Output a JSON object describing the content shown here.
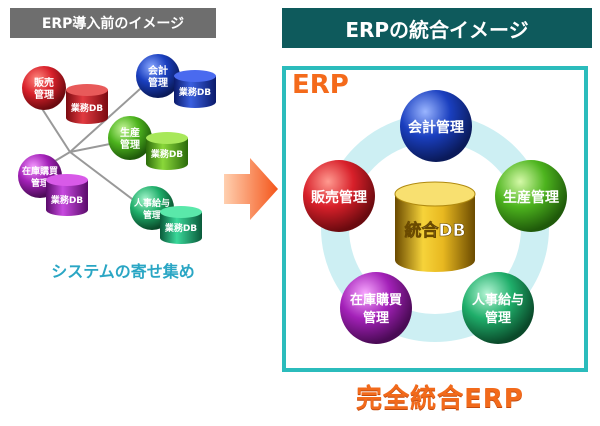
{
  "left_header": "ERP導入前のイメージ",
  "right_header": "ERPの統合イメージ",
  "left_caption": "システムの寄せ集め",
  "erp_label": "ERP",
  "bottom_caption": "完全統合ERP",
  "left_modules": [
    {
      "line1": "販売",
      "line2": "管理",
      "db": "業務DB"
    },
    {
      "line1": "会計",
      "line2": "管理",
      "db": "業務DB"
    },
    {
      "line1": "生産",
      "line2": "管理",
      "db": "業務DB"
    },
    {
      "line1": "在庫購買",
      "line2": "管理",
      "db": "業務DB"
    },
    {
      "line1": "人事給与",
      "line2": "管理",
      "db": "業務DB"
    }
  ],
  "right_modules": {
    "accounting": {
      "line1": "会計管理"
    },
    "sales": {
      "line1": "販売管理"
    },
    "production": {
      "line1": "生産管理"
    },
    "inventory": {
      "line1": "在庫購買",
      "line2": "管理"
    },
    "hr": {
      "line1": "人事給与",
      "line2": "管理"
    }
  },
  "center_db": "統合DB",
  "colors": {
    "red": "#d8202a",
    "blue": "#1a3fbf",
    "green": "#3aa51c",
    "purple": "#a321b8",
    "teal": "#2bbcbc",
    "orange": "#f46a1b"
  }
}
